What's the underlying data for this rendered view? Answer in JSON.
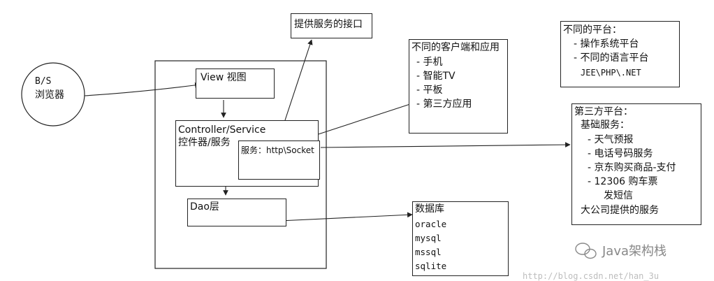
{
  "browser": {
    "line1": "B/S",
    "line2": "浏览器"
  },
  "view": {
    "label": "View 视图"
  },
  "interface": {
    "label": "提供服务的接口"
  },
  "controller": {
    "line1": "Controller/Service",
    "line2": "控件器/服务"
  },
  "service": {
    "label": "服务：http\\Socket"
  },
  "dao": {
    "label": "Dao层"
  },
  "clients": {
    "title": "不同的客户端和应用",
    "items": [
      "- 手机",
      "- 智能TV",
      "- 平板",
      "- 第三方应用"
    ]
  },
  "platforms": {
    "title": "不同的平台：",
    "items": [
      "- 操作系统平台",
      "- 不同的语言平台"
    ],
    "extra": "JEE\\PHP\\.NET"
  },
  "thirdparty": {
    "title": "第三方平台：",
    "subtitle": "基础服务：",
    "items": [
      "- 天气预报",
      "- 电话号码服务",
      "- 京东购买商品-支付",
      "- 12306 购车票"
    ],
    "sub_item": "发短信",
    "footer": "大公司提供的服务"
  },
  "database": {
    "title": "数据库",
    "items": [
      "oracle",
      "mysql",
      "mssql",
      "sqlite"
    ]
  },
  "watermark": {
    "logo_text": "Java架构栈",
    "url": "http://blog.csdn.net/han_3u"
  }
}
